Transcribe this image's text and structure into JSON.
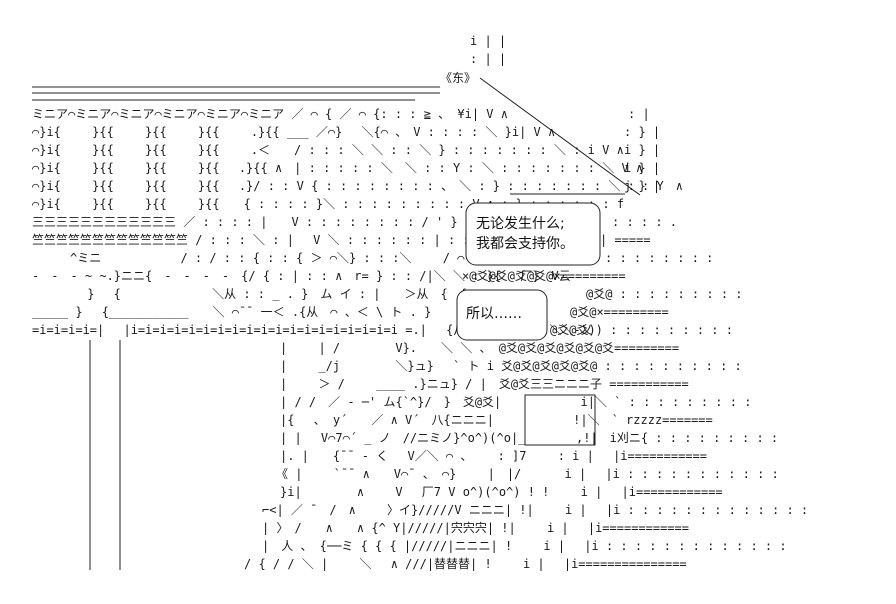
{
  "sign_text": "《东》",
  "speech_bubble_1": [
    "无论发生什么;",
    "我都会支持你。"
  ],
  "speech_bubble_2": "所以……",
  "ascii_symbols": {
    "scroll_pattern": "ミニア⌒ミニア⌒",
    "charms": "@爻@爻@爻@爻@",
    "equals_row": "==============",
    "hook": "i|i",
    "shop_sign": "宍宍宍",
    "steps": "ニニニ"
  }
}
